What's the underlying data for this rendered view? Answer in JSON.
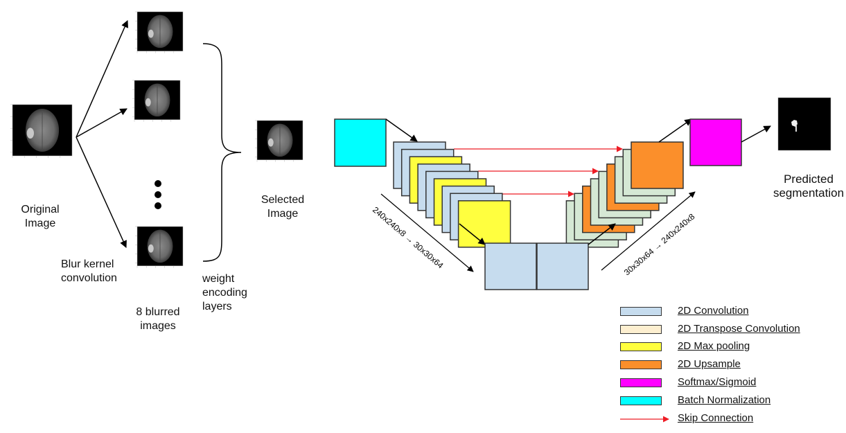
{
  "title": "Blur-augmented U-Net segmentation pipeline",
  "labels": {
    "original_image": "Original Image",
    "blur_kernel": "Blur kernel convolution",
    "blurred_images": "8 blurred images",
    "weight_encoding": "weight encoding layers",
    "selected_image": "Selected Image",
    "predicted_segmentation": "Predicted segmentation",
    "encoder_dims": "240x240x8 → 30x30x64",
    "decoder_dims": "30x30x64 → 240x240x8"
  },
  "colors": {
    "conv": "#c6dcee",
    "decoder_conv": "#d5e8d4",
    "transpose_conv": "#fdefd0",
    "max_pool": "#ffff3f",
    "upsample": "#fb8f2b",
    "softmax": "#ff00ff",
    "batch_norm": "#00ffff",
    "skip": "#ee1c25",
    "stroke": "#333333"
  },
  "encoder_layers": [
    "conv",
    "conv",
    "max_pool",
    "conv",
    "conv",
    "max_pool",
    "conv",
    "conv",
    "max_pool"
  ],
  "bottleneck_layers": [
    "conv",
    "conv"
  ],
  "decoder_layers": [
    "upsample",
    "decoder_conv",
    "decoder_conv",
    "upsample",
    "decoder_conv",
    "decoder_conv",
    "upsample",
    "decoder_conv",
    "decoder_conv"
  ],
  "skip_connections": 3,
  "blurred_image_count": 8,
  "legend": [
    {
      "label": "2D Convolution",
      "color_key": "conv"
    },
    {
      "label": "2D Transpose Convolution",
      "color_key": "transpose_conv"
    },
    {
      "label": "2D Max pooling",
      "color_key": "max_pool"
    },
    {
      "label": "2D Upsample",
      "color_key": "upsample"
    },
    {
      "label": "Softmax/Sigmoid",
      "color_key": "softmax"
    },
    {
      "label": "Batch Normalization",
      "color_key": "batch_norm"
    },
    {
      "label": "Skip Connection",
      "color_key": "skip",
      "is_arrow": true
    }
  ]
}
